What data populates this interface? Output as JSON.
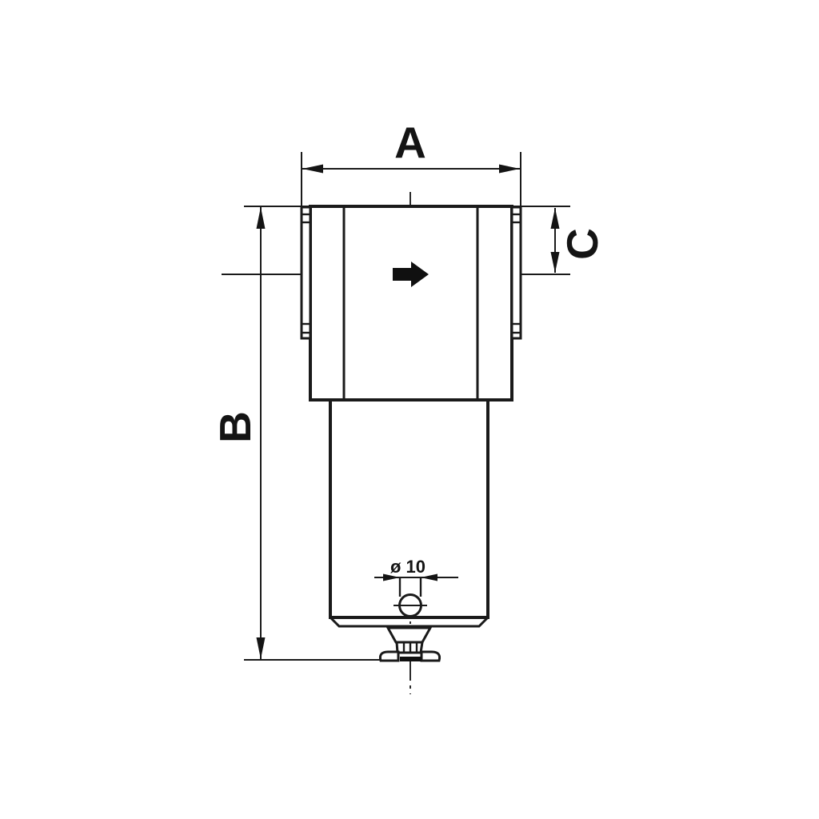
{
  "drawing": {
    "labels": {
      "width_dim": "A",
      "height_dim": "B",
      "port_offset_dim": "C",
      "drain_bore": "ø 10"
    },
    "colors": {
      "line": "#1a1a1a",
      "background": "#ffffff"
    }
  }
}
